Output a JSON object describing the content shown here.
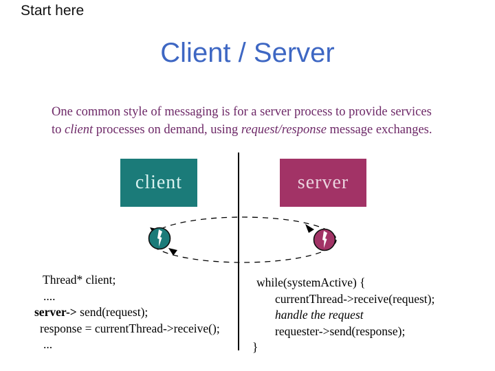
{
  "header": {
    "start_here": "Start here",
    "title": "Client / Server",
    "title_color": "#3E67C3"
  },
  "intro": {
    "text_color": "#6D2867",
    "lines": [
      {
        "indent": 0,
        "segs": [
          {
            "t": "One common style of messaging is for a server process to provide services"
          }
        ]
      },
      {
        "indent": 0,
        "segs": [
          {
            "t": "to "
          },
          {
            "t": "client",
            "style": "italic"
          },
          {
            "t": " processes on demand, using "
          },
          {
            "t": "request/response",
            "style": "italic"
          },
          {
            "t": " message exchanges."
          }
        ]
      }
    ]
  },
  "diagram": {
    "client_box": {
      "label": "client",
      "fill": "#1B7B79",
      "text_color": "#D9F2F0"
    },
    "server_box": {
      "label": "server",
      "fill": "#A23366",
      "text_color": "#EBD3DF"
    },
    "client_node_fill": "#1B7B79",
    "server_node_fill": "#A23366",
    "bolt_color": "#FFFFFF",
    "line_color": "#000000"
  },
  "code_left": {
    "lines": [
      {
        "indent": 12,
        "segs": [
          {
            "t": "Thread* client;"
          }
        ]
      },
      {
        "indent": 13,
        "segs": [
          {
            "t": "...."
          }
        ]
      },
      {
        "indent": 0,
        "segs": [
          {
            "t": "server->",
            "style": "bold"
          },
          {
            "t": " send(request);"
          }
        ]
      },
      {
        "indent": 8,
        "segs": [
          {
            "t": "response = currentThread->receive();"
          }
        ]
      },
      {
        "indent": 13,
        "segs": [
          {
            "t": "..."
          }
        ]
      }
    ]
  },
  "code_right": {
    "lines": [
      {
        "indent": 8,
        "segs": [
          {
            "t": "while(systemActive) {"
          }
        ]
      },
      {
        "indent": 35,
        "segs": [
          {
            "t": "currentThread->receive(request);"
          }
        ]
      },
      {
        "indent": 35,
        "segs": [
          {
            "t": "handle the request",
            "style": "italic"
          }
        ]
      },
      {
        "indent": 35,
        "segs": [
          {
            "t": "requester->send(response);"
          }
        ]
      },
      {
        "indent": 2,
        "segs": [
          {
            "t": "}"
          }
        ]
      }
    ]
  }
}
